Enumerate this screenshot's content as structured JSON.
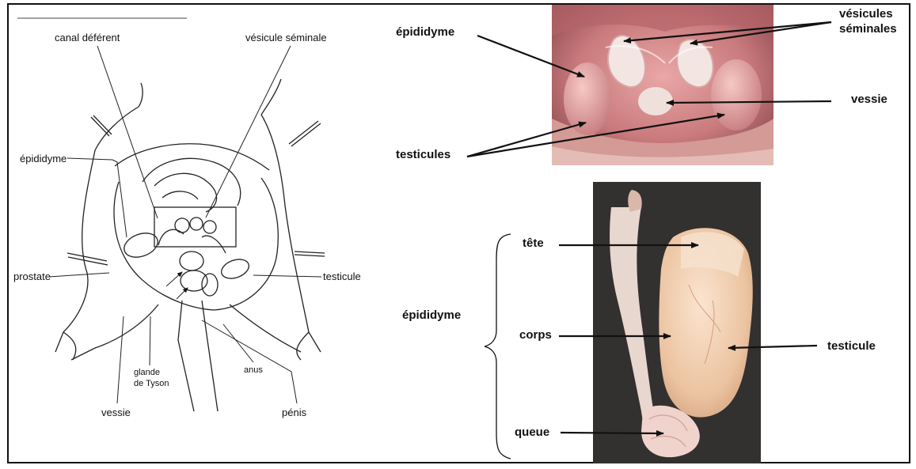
{
  "left_diagram": {
    "labels": {
      "canal_deferent": "canal déférent",
      "vesicule_seminale": "vésicule séminale",
      "epididyme": "épididyme",
      "prostate": "prostate",
      "testicule": "testicule",
      "glande_tyson_line1": "glande",
      "glande_tyson_line2": "de Tyson",
      "anus": "anus",
      "vessie": "vessie",
      "penis": "pénis"
    }
  },
  "top_photo": {
    "labels": {
      "epididyme": "épididyme",
      "vesicules_line1": "vésicules",
      "vesicules_line2": "séminales",
      "vessie": "vessie",
      "testicules": "testicules"
    }
  },
  "bottom_photo": {
    "labels": {
      "tete": "tête",
      "epididyme": "épididyme",
      "corps": "corps",
      "testicule": "testicule",
      "queue": "queue"
    }
  }
}
